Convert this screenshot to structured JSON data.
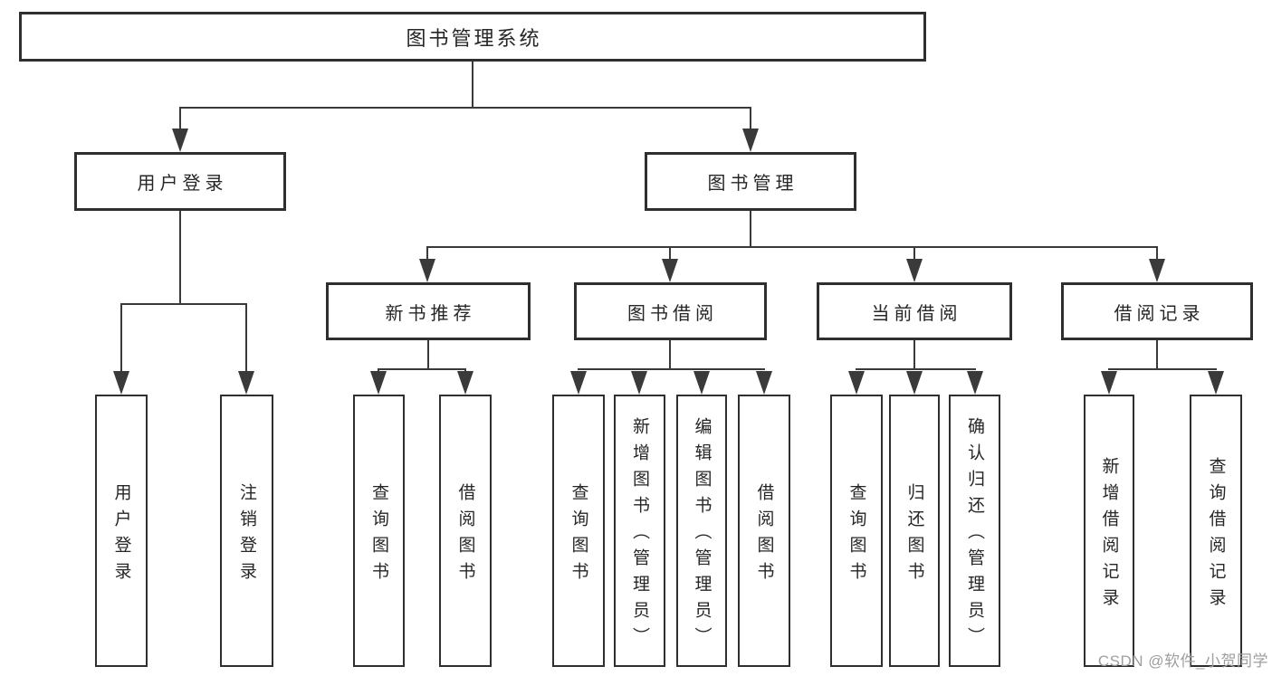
{
  "nodes": {
    "root": "图书管理系统",
    "user_login": "用户登录",
    "book_mgmt": "图书管理",
    "new_book_rec": "新书推荐",
    "book_borrow": "图书借阅",
    "current_borrow": "当前借阅",
    "borrow_record": "借阅记录"
  },
  "leaves": [
    "用户登录",
    "注销登录",
    "查询图书",
    "借阅图书",
    "查询图书",
    "新增图书（管理员）",
    "编辑图书（管理员）",
    "借阅图书",
    "查询图书",
    "归还图书",
    "确认归还（管理员）",
    "新增借阅记录",
    "查询借阅记录"
  ],
  "watermark": "CSDN @软件_小贺同学",
  "colors": {
    "line": "#3a3a3a",
    "box_border": "#2f2f2f",
    "text": "#262626",
    "watermark": "#9e9e9e",
    "background": "#ffffff"
  }
}
